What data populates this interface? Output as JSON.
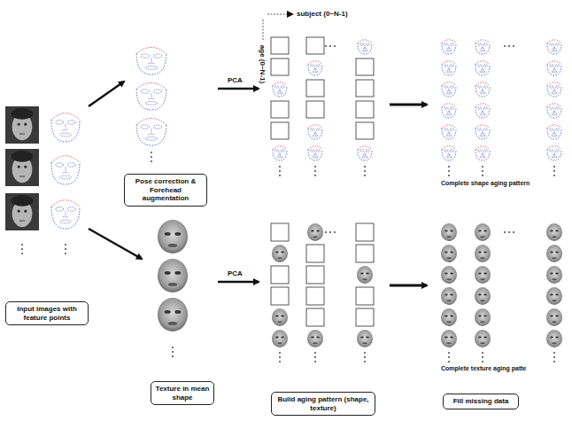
{
  "diagram": {
    "nodes": [
      {
        "text": [
          "Input images with feature points"
        ]
      },
      {
        "text": [
          "Pose correction & Forehead augmentation"
        ]
      },
      {
        "text": [
          "Texture in mean shape"
        ]
      },
      {
        "text": [
          "Build aging pattern (shape, texture)"
        ]
      },
      {
        "text": [
          "Fill missing data"
        ]
      }
    ],
    "labels": [
      "PCA",
      "PCA",
      "subject (0~N-1)",
      "age (0~N-1)",
      "Complete shape aging pattern",
      "Complete texture aging patte"
    ]
  }
}
